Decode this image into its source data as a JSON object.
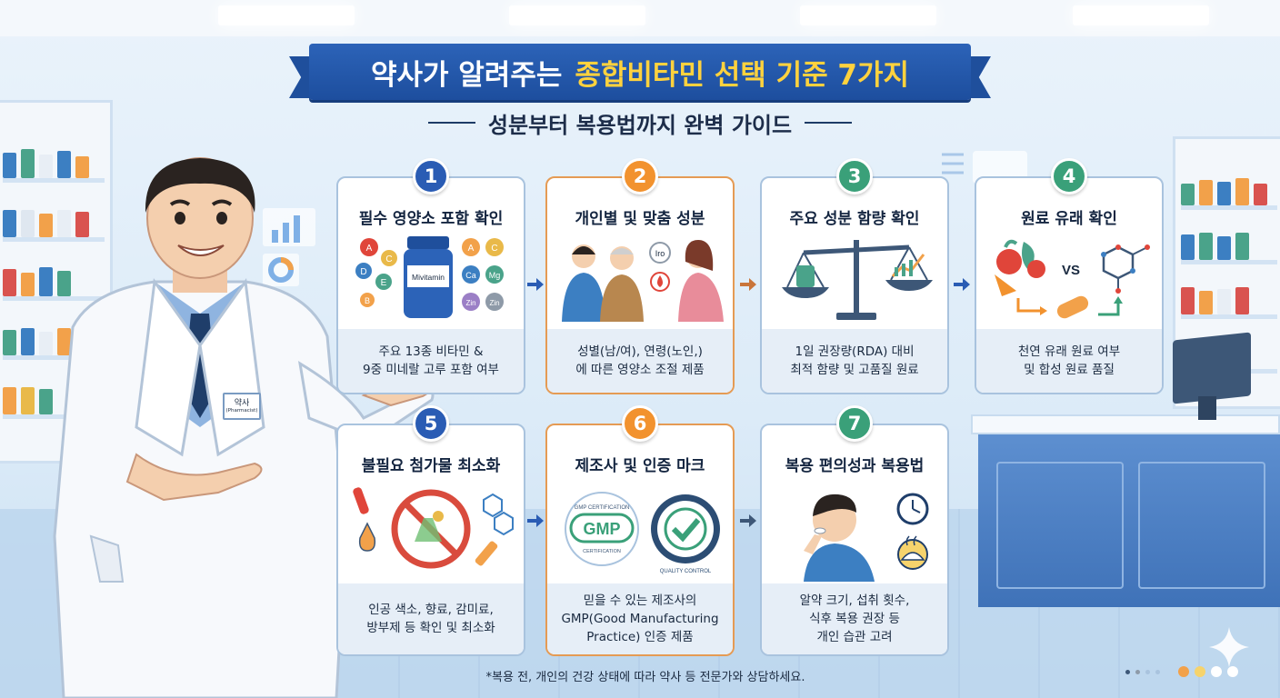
{
  "title": {
    "part1": "약사가 알려주는",
    "part2": "종합비타민 선택 기준 7가지",
    "subtitle": "성분부터 복용법까지 완벽 가이드"
  },
  "pharmacist": {
    "badge_ko": "약사",
    "badge_en": "(Pharmacist)"
  },
  "colors": {
    "title_bg": "#1f4f9c",
    "title_accent": "#ffd23e",
    "badge_blue": "#2a5cb4",
    "badge_orange": "#f2922e",
    "badge_green": "#3aa079",
    "card_border_orange": "#e59b54",
    "card_border_default": "#a9c3de"
  },
  "cards": [
    {
      "number": "1",
      "title": "필수 영양소 포함 확인",
      "desc1": "주요 13종 비타민 &",
      "desc2": "9중 미네랄 고루 포함 여부",
      "icon": "multivitamin-bottle-icon",
      "art": {
        "bottle_label": "Mivitamin",
        "left_letters": [
          "A",
          "C",
          "D",
          "E",
          "B"
        ],
        "right_letters": [
          "A",
          "C",
          "Ca",
          "Mg",
          "Zin",
          "Zin"
        ]
      }
    },
    {
      "number": "2",
      "title": "개인별 및 맞춤 성분",
      "desc1": "성별(남/여), 연령(노인,)",
      "desc2": "에 따른 영양소 조절 제품",
      "icon": "people-group-icon",
      "art": {
        "iron_label": "Iro"
      }
    },
    {
      "number": "3",
      "title": "주요 성분 함량 확인",
      "desc1": "1일 권장량(RDA) 대비",
      "desc2": "최적 함량 및 고품질 원료",
      "icon": "balance-scale-icon"
    },
    {
      "number": "4",
      "title": "원료 유래 확인",
      "desc1": "천연 유래 원료 여부",
      "desc2": "및 합성 원료 품질",
      "icon": "natural-vs-synthetic-icon",
      "art": {
        "vs": "VS"
      }
    },
    {
      "number": "5",
      "title": "불필요 첨가물 최소화",
      "desc1": "인공 색소, 향료, 감미료,",
      "desc2": "방부제 등 확인 및 최소화",
      "icon": "no-additives-icon"
    },
    {
      "number": "6",
      "title": "제조사 및 인증 마크",
      "desc1": "믿을 수 있는 제조사의",
      "desc2": "GMP(Good Manufacturing",
      "desc3": "Practice) 인증 제품",
      "icon": "certification-seal-icon",
      "art": {
        "gmp_top": "GMP CERTIFICATION",
        "gmp_main": "GMP",
        "gmp_bottom": "CERTIFICATION",
        "quality_text": "QUALITY CONTROL"
      }
    },
    {
      "number": "7",
      "title": "복용 편의성과 복용법",
      "desc1": "알약 크기, 섭취 횟수,",
      "desc2": "식후 복용 권장 등",
      "desc3": "개인 습관 고려",
      "icon": "taking-pill-icon"
    }
  ],
  "footnote": "*복용 전, 개인의 건강 상태에 따라 약사 등 전문가와 상담하세요."
}
